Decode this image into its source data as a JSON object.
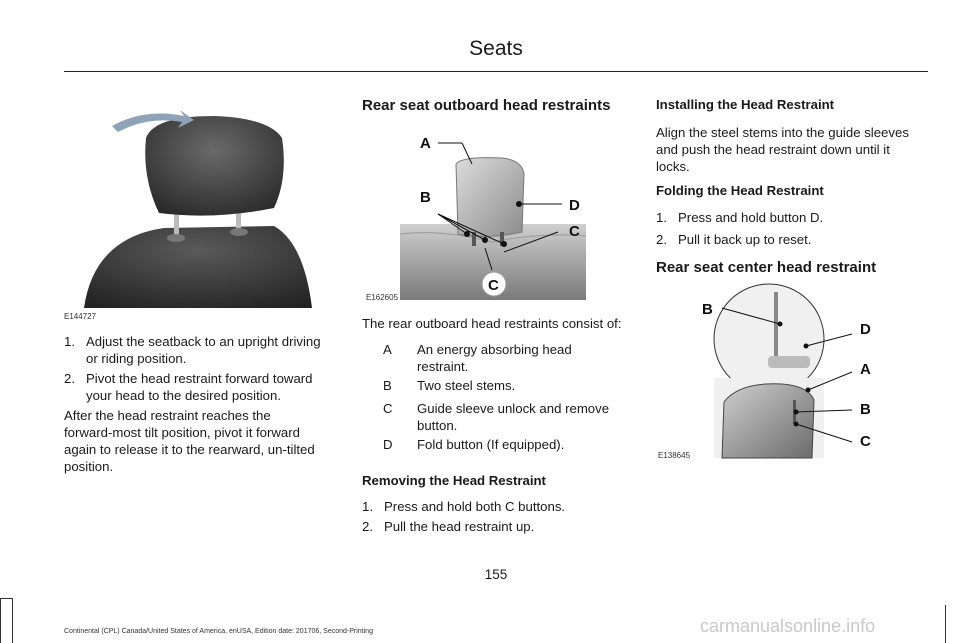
{
  "header": {
    "title": "Seats"
  },
  "footer": {
    "page_number": "155",
    "edition_note": "Continental (CPL) Canada/United States of America, enUSA, Edition date: 201706, Second-Printing",
    "watermark": "carmanualsonline.info"
  },
  "figures": {
    "fig1_code": "E144727",
    "fig2_code": "E162605",
    "fig2_labels": [
      "A",
      "B",
      "D",
      "C",
      "C"
    ],
    "fig3_code": "E138645",
    "fig3_labels": [
      "B",
      "D",
      "A",
      "B",
      "C"
    ]
  },
  "col1": {
    "steps": [
      {
        "num": "1.",
        "text_l1": "Adjust the seatback to an upright driving",
        "text_l2": "or riding position."
      },
      {
        "num": "2.",
        "text_l1": "Pivot the head restraint forward toward",
        "text_l2": "your head to the desired position."
      }
    ],
    "para": [
      "After the head restraint reaches the",
      "forward-most tilt position, pivot it forward",
      "again to release it to the rearward, un-tilted",
      "position."
    ]
  },
  "col2": {
    "heading": "Rear seat outboard head restraints",
    "intro": "The rear outboard head restraints consist of:",
    "parts": [
      {
        "key": "A",
        "l1": "An energy absorbing head",
        "l2": "restraint."
      },
      {
        "key": "B",
        "l1": "Two steel stems.",
        "l2": ""
      },
      {
        "key": "C",
        "l1": "Guide sleeve unlock and remove",
        "l2": "button."
      },
      {
        "key": "D",
        "l1": "Fold button (If equipped).",
        "l2": ""
      }
    ],
    "removing_heading": "Removing the Head Restraint",
    "removing_steps": [
      {
        "num": "1.",
        "text": "Press and hold both C buttons."
      },
      {
        "num": "2.",
        "text": "Pull the head restraint up."
      }
    ]
  },
  "col3": {
    "installing_heading": "Installing the Head Restraint",
    "installing_para": [
      "Align the steel stems into the guide sleeves",
      "and push the head restraint down until it",
      "locks."
    ],
    "folding_heading": "Folding the Head Restraint",
    "folding_steps": [
      {
        "num": "1.",
        "text": "Press and hold button D."
      },
      {
        "num": "2.",
        "text": "Pull it back up to reset."
      }
    ],
    "center_heading": "Rear seat center head restraint"
  }
}
